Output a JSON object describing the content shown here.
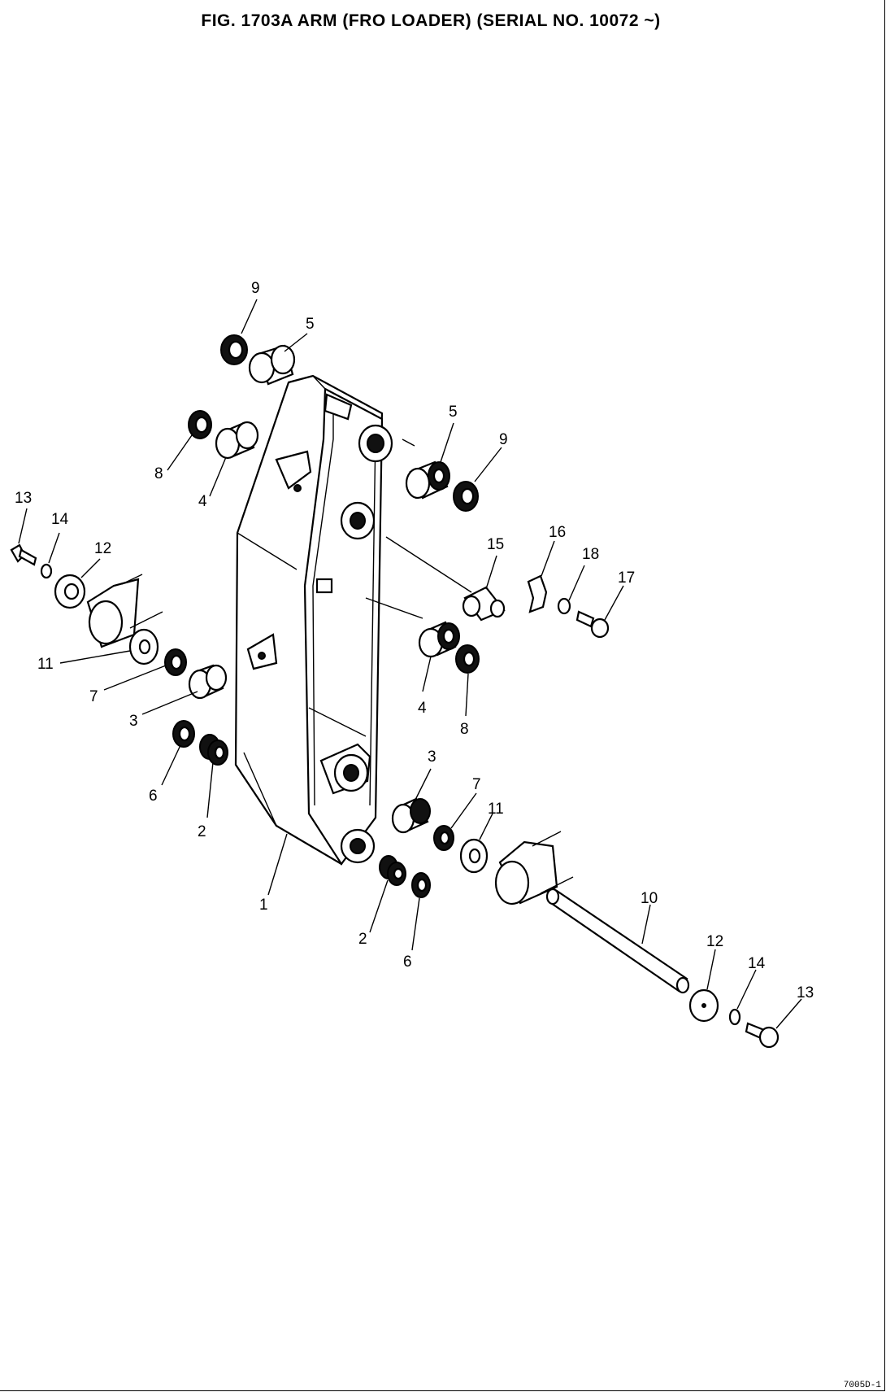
{
  "figure": {
    "title": "FIG. 1703A   ARM (FRO LOADER) (SERIAL NO. 10072 ~)",
    "footer_code": "7005D-1"
  },
  "callouts": [
    {
      "id": "c9a",
      "label": "9"
    },
    {
      "id": "c5a",
      "label": "5"
    },
    {
      "id": "c8a",
      "label": "8"
    },
    {
      "id": "c4a",
      "label": "4"
    },
    {
      "id": "c5b",
      "label": "5"
    },
    {
      "id": "c9b",
      "label": "9"
    },
    {
      "id": "c13a",
      "label": "13"
    },
    {
      "id": "c14a",
      "label": "14"
    },
    {
      "id": "c12a",
      "label": "12"
    },
    {
      "id": "c11a",
      "label": "11"
    },
    {
      "id": "c7a",
      "label": "7"
    },
    {
      "id": "c3a",
      "label": "3"
    },
    {
      "id": "c6a",
      "label": "6"
    },
    {
      "id": "c2a",
      "label": "2"
    },
    {
      "id": "c1",
      "label": "1"
    },
    {
      "id": "c15",
      "label": "15"
    },
    {
      "id": "c16",
      "label": "16"
    },
    {
      "id": "c18",
      "label": "18"
    },
    {
      "id": "c17",
      "label": "17"
    },
    {
      "id": "c4b",
      "label": "4"
    },
    {
      "id": "c8b",
      "label": "8"
    },
    {
      "id": "c3b",
      "label": "3"
    },
    {
      "id": "c7b",
      "label": "7"
    },
    {
      "id": "c11b",
      "label": "11"
    },
    {
      "id": "c2b",
      "label": "2"
    },
    {
      "id": "c6b",
      "label": "6"
    },
    {
      "id": "c10",
      "label": "10"
    },
    {
      "id": "c12b",
      "label": "12"
    },
    {
      "id": "c14b",
      "label": "14"
    },
    {
      "id": "c13b",
      "label": "13"
    }
  ]
}
